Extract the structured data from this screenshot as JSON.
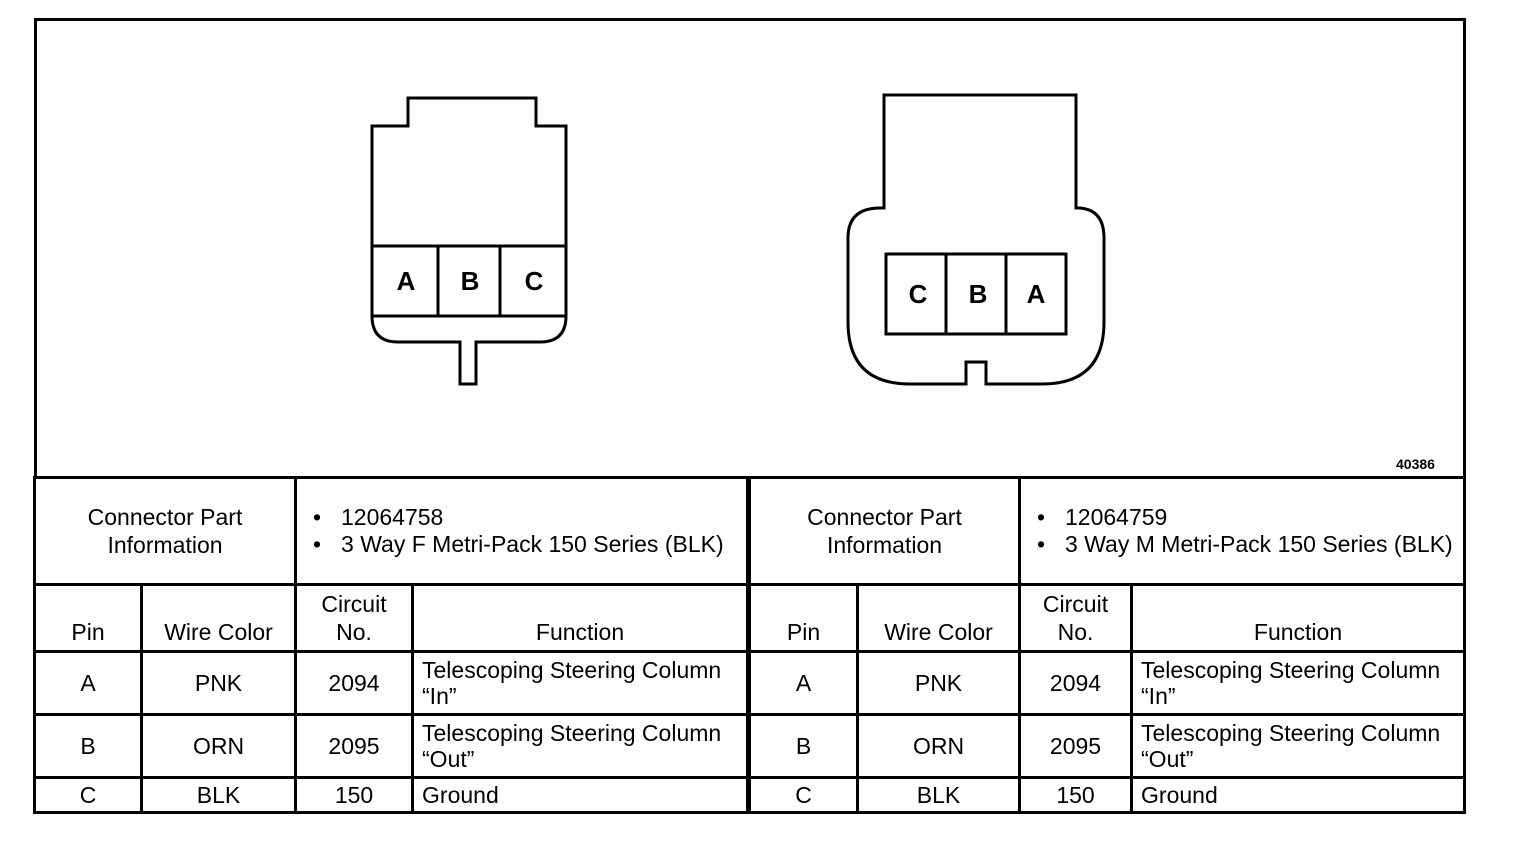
{
  "figure_id": "40386",
  "connectors": {
    "left": {
      "cavities": [
        "A",
        "B",
        "C"
      ]
    },
    "right": {
      "cavities": [
        "C",
        "B",
        "A"
      ]
    }
  },
  "tables": [
    {
      "info_label": "Connector Part Information",
      "info_items": [
        "12064758",
        "3 Way F Metri-Pack 150 Series (BLK)"
      ],
      "headers": {
        "pin": "Pin",
        "wire_color": "Wire Color",
        "circuit": "Circuit No.",
        "function": "Function"
      },
      "rows": [
        {
          "pin": "A",
          "wire_color": "PNK",
          "circuit": "2094",
          "function": "Telescoping Steering Column “In”"
        },
        {
          "pin": "B",
          "wire_color": "ORN",
          "circuit": "2095",
          "function": "Telescoping Steering Column “Out”"
        },
        {
          "pin": "C",
          "wire_color": "BLK",
          "circuit": "150",
          "function": "Ground"
        }
      ]
    },
    {
      "info_label": "Connector Part Information",
      "info_items": [
        "12064759",
        "3 Way M Metri-Pack 150 Series (BLK)"
      ],
      "headers": {
        "pin": "Pin",
        "wire_color": "Wire Color",
        "circuit": "Circuit No.",
        "function": "Function"
      },
      "rows": [
        {
          "pin": "A",
          "wire_color": "PNK",
          "circuit": "2094",
          "function": "Telescoping Steering Column “In”"
        },
        {
          "pin": "B",
          "wire_color": "ORN",
          "circuit": "2095",
          "function": "Telescoping Steering Column “Out”"
        },
        {
          "pin": "C",
          "wire_color": "BLK",
          "circuit": "150",
          "function": "Ground"
        }
      ]
    }
  ]
}
